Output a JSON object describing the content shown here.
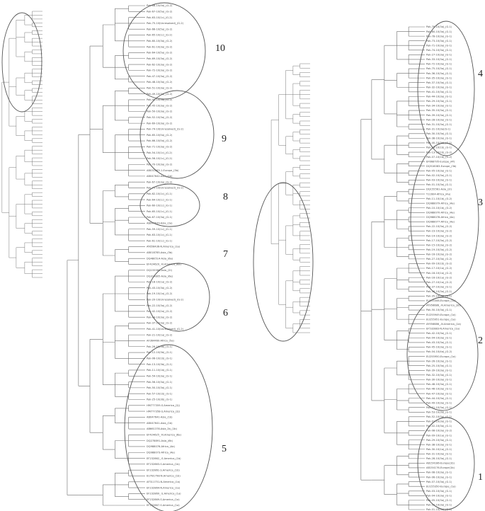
{
  "figure": {
    "left_panel": {
      "clusters": [
        {
          "label": "10"
        },
        {
          "label": "9"
        },
        {
          "label": "8"
        },
        {
          "label": "7"
        },
        {
          "label": "6"
        },
        {
          "label": "5"
        }
      ],
      "leaves": [
        "Pak-68-10(5a)_(G-2)",
        "Pak-67-10(5a)_(G-2)",
        "Pak-63-10(1c)_(G-2)",
        "Pak-75-10(Unresolved)_(G-2)",
        "Pak-66-10(5a)_(G-2)",
        "Pak-65-10(1c)_(G-2)",
        "Pak-60-10(3a)_(G-2)",
        "Pak-61-10(3a)_(G-2)",
        "Pak-64-10(5a)_(G-2)",
        "Pak-69-10(3a)_(G-2)",
        "Pak-62-10(3a)_(G-2)",
        "Pak-72-10(3a)_(G-2)",
        "Pak-47-10(3a)_(G-2)",
        "Pak-48-10(3a)_(G-2)",
        "Pak-51-10(3a)_(G-2)",
        "Pak-49-10(3a)_(G-2)",
        "Pak-49-10(3a)_(G-2)",
        "Pak-45-10(3a)_(G-2)",
        "Pak-50-10(3a)_(G-2)",
        "Pak-52-10(3a)_(G-2)",
        "Pak-69-10(3a)_(G-2)",
        "Pak-74-10(Unresolved)_(G-2)",
        "Pak-65-10(5a)_(G-2)",
        "Pak-66-10(5a)_(G-2)",
        "Pak-71-10(3a)_(G-2)",
        "Pak-54-10(1c)_(G-2)",
        "Pak-56-10(1c)_(G-2)",
        "Pak-70-10(3a)_(G-2)",
        "AB031663-1-Europe_(3b)",
        "AB047642-Asia_(1b)",
        "Pak-67-10(3a)_(G-2)",
        "Pak-75-10(Unresolved)_(G-2)",
        "Pak-62-10(1c)_(G-1)",
        "Pak-64-10(1c)_(G-1)",
        "Pak-60-10(1c)_(G-1)",
        "Pak-65-10(1c)_(G-1)",
        "Pak-67-10(3a)_(G-1)",
        "AB047639-Asia_(2a)",
        "Pak-59-10(1c)_(G-1)",
        "Pak-63-10(1c)_(G-1)",
        "Pak-61-10(1c)_(G-1)",
        "AY656436-N.America_(1a)",
        "AB018785-Asia_(5b)",
        "DQ480514-Asia_(6a)",
        "EF424629_-N.America_(6a)",
        "DQ155560-Asia_(2l)",
        "DQ314805-Asia_(6e)",
        "Pak-18-10(1a)_(G-2)",
        "Pak-43-10(3a)_(G-2)",
        "Pak-19-10(1a)_(G-2)",
        "Pak-20-10(Unresolved)_(G-2)",
        "Pak-22-10(3a)_(G-2)",
        "Pak-42-10(2a)_(G-2)",
        "Pak-44-10(3a)_(G-2)",
        "Pak-37-10(3a)_(G-2)",
        "Pak-41-10(Unresolved)_(G-2)",
        "Pak-21-10(1a)_(G-2)",
        "AF364460-Africa_(5a)",
        "Pak-26-10(3b)_(G-1)",
        "Pak-12-10(3b)_(G-1)",
        "Pak-06-10(1b)_(G-1)",
        "Pak-13-10(3b)_(G-1)",
        "Pak-11-10(1b)_(G-1)",
        "Pak-54-10(3a)_(G-1)",
        "Pak-56-10(3a)_(G-1)",
        "Pak-50-10(3a)_(G-1)",
        "Pak-57-10(1b)_(G-1)",
        "Pak-25-10(3b)_(G-1)",
        "HM777359-S.America_(2j)",
        "HM777358-S.America_(2j)",
        "AB047641-Asia_(1b)",
        "AB047641-Asia_(1b)",
        "AB661378-Asia_2b_(1b)",
        "EF424625_-N.America_(6a)",
        "DQ278891-Asia_(6k)",
        "DQ988076-Africa_(4a)",
        "DQ988073-Africa_(4a)",
        "EF232862_-S.America_(1b)",
        "EF232863-S.America_(1b)",
        "EF232861-S.America_(1b)",
        "EU781798-N.America_(1b)",
        "AF311751-N.America_(1a)",
        "EF232864-N.America_(1a)",
        "EF232869_-S.America_(1a)",
        "EF232869-S.America_(1a)",
        "EF232867-S.America_(1a)"
      ]
    },
    "right_panel": {
      "clusters": [
        {
          "label": "4"
        },
        {
          "label": "3"
        },
        {
          "label": "2"
        },
        {
          "label": "1"
        }
      ],
      "leaves": [
        "Pak-76-10(3a)_(G-1)",
        "Pak-80-10(3a)_(G-1)",
        "Pak-78-10(3a)_(G-1)",
        "Pak-73-10(3a)_(G-1)",
        "Pak-71-10(3a)_(G-1)",
        "Pak-74-10(3a)_(G-1)",
        "Pak-27-10(3a)_(G-1)",
        "Pak-33-10(3a)_(G-1)",
        "Pak-72-10(3a)_(G-1)",
        "Pak-75-10(3a)_(G-1)",
        "Pak-36-10(3a)_(G-1)",
        "Pak-35-10(3a)_(G-1)",
        "Pak-37-10(3a)_(G-1)",
        "Pak-32-10(3a)_(G-1)",
        "Pak-41-10(3a)_(G-1)",
        "Pak-44-10(3a)_(G-1)",
        "Pak-29-10(3a)_(G-1)",
        "Pak-34-10(3a)_(G-1)",
        "Pak-35-10(3a)_(G-1)",
        "Pak-39-10(3a)_(G-1)",
        "Pak-28-10(3a)_(G-1)",
        "Pak-31-10(3a)_(G-1)",
        "Pak-31-10(3a)(G-1)",
        "Pak-30-10(3a)_(G-1)",
        "Pak-38-10(3a)_(G-1)",
        "Pak-40-10(3a)_(G-1)",
        "Pak-10-10(1b)_(G-1)",
        "Pak-13-10(1b)_(G-2)",
        "Pak-07-10(1b)_(G-2)",
        "EF668795-Europe_(4f)",
        "DQ516083-Europe_(3b)",
        "Pak-05-10(3a)_(G-1)",
        "Pak-02-10(3a)_(G-1)",
        "Pak-03-10(3a)_(G-1)",
        "Pak-01-10(3a)_(G-1)",
        "DQ155561-Asia_(2l)",
        "Y11604-Africa_(4a)",
        "Pak-11-10(1b)_(G-2)",
        "DQ988079-Africa_(4a)",
        "Pak-10-10(1b)_(G-2)",
        "DQ988070-Africa_(4a)",
        "DQ988078-Africa_(4a)",
        "DQ988077-Africa_(4a)",
        "Pak-22-10(3a)_(G-2)",
        "Pak-23-10(3a)_(G-2)",
        "Pak-14-10(3a)_(G-2)",
        "Pak-17-10(3a)_(G-2)",
        "Pak-15-10(3a)_(G-2)",
        "Pak-19-10(3a)_(G-2)",
        "Pak-16-10(3a)_(G-2)",
        "Pak-27-10(3a)_(G-2)",
        "Pak-09-10(1b)_(G-2)",
        "Pak-17-10(1a)_(G-2)",
        "Pak-18-10(1a)_(G-2)",
        "Pak-16-10(1a)_(G-2)",
        "Pak-27-10(1a)_(G-2)",
        "Pak-37-10(3a)_(G-1)",
        "Pak-36-10(3a)_(G-1)",
        "Pak-35-10(3a)_(G-1)",
        "EU155346-Europe_(1a)",
        "AY956686_-N.America_(3b)",
        "Pak-50-10(3a)_(G-1)",
        "EU255949-Europe_(1a)",
        "EU255951-Europe_(1a)",
        "AY956686_-N.America_(1a)",
        "EF532883-N.America_(1a)",
        "Pak-42-10(3a)_(G-1)",
        "Pak-04-10(3a)_(G-1)",
        "Pak-43-10(3a)_(G-1)",
        "Pak-45-10(3a)_(G-1)",
        "Pak-04-10(4a)_(G-2)",
        "EU255950-Europe_(1a)",
        "Pak-26-10(3a)_(G-1)",
        "Pak-25-10(3a)_(G-1)",
        "Pak-39-10(3a)_(G-1)",
        "Pak-32-10(3a)_(G-1)",
        "Pak-30-10(3a)_(G-1)",
        "Pak-48-10(3a)_(G-1)",
        "Pak-46-10(3a)_(G-1)",
        "Pak-47-10(3a)_(G-1)",
        "Pak-44-10(3a)_(G-1)",
        "Pak-49-10(3a)_(G-1)",
        "Pak-51-10(3a)_(G-1)",
        "Pak-53-10(3a)_(G-1)",
        "Pak-52-10(3a)_(G-1)",
        "Pak-01-10(3a)_(G-1)",
        "Pak-02-10(3a)_(G-1)",
        "Pak-08-10(3a)_(G-2)",
        "Pak-09-10(1a)_(G-1)",
        "Pak-29-10(3a)_(G-1)",
        "Pak-38-10(3a)_(G-1)",
        "Pak-30-10(1a)_(G-1)",
        "Pak-31-10(3a)_(G-1)",
        "Pak-28-10(3a)_(G-1)",
        "AB154186-Europe(1b)",
        "AB154176-Europe(1b)",
        "Pak-08-10(3a)_(G-1)",
        "Pak-06-10(3a)_(G-1)",
        "Pak-07-10(3a)_(G-1)",
        "EU155350-Europe_(1a)",
        "Pak-03-10(3a)_(G-1)",
        "Pak-04-10(3a)_(G-1)",
        "Pak-05-10(3a)_(G-1)",
        "Pak-02-10(3a)_(G-1)",
        "Pak-01-10(3a)_(G-1)"
      ]
    }
  }
}
